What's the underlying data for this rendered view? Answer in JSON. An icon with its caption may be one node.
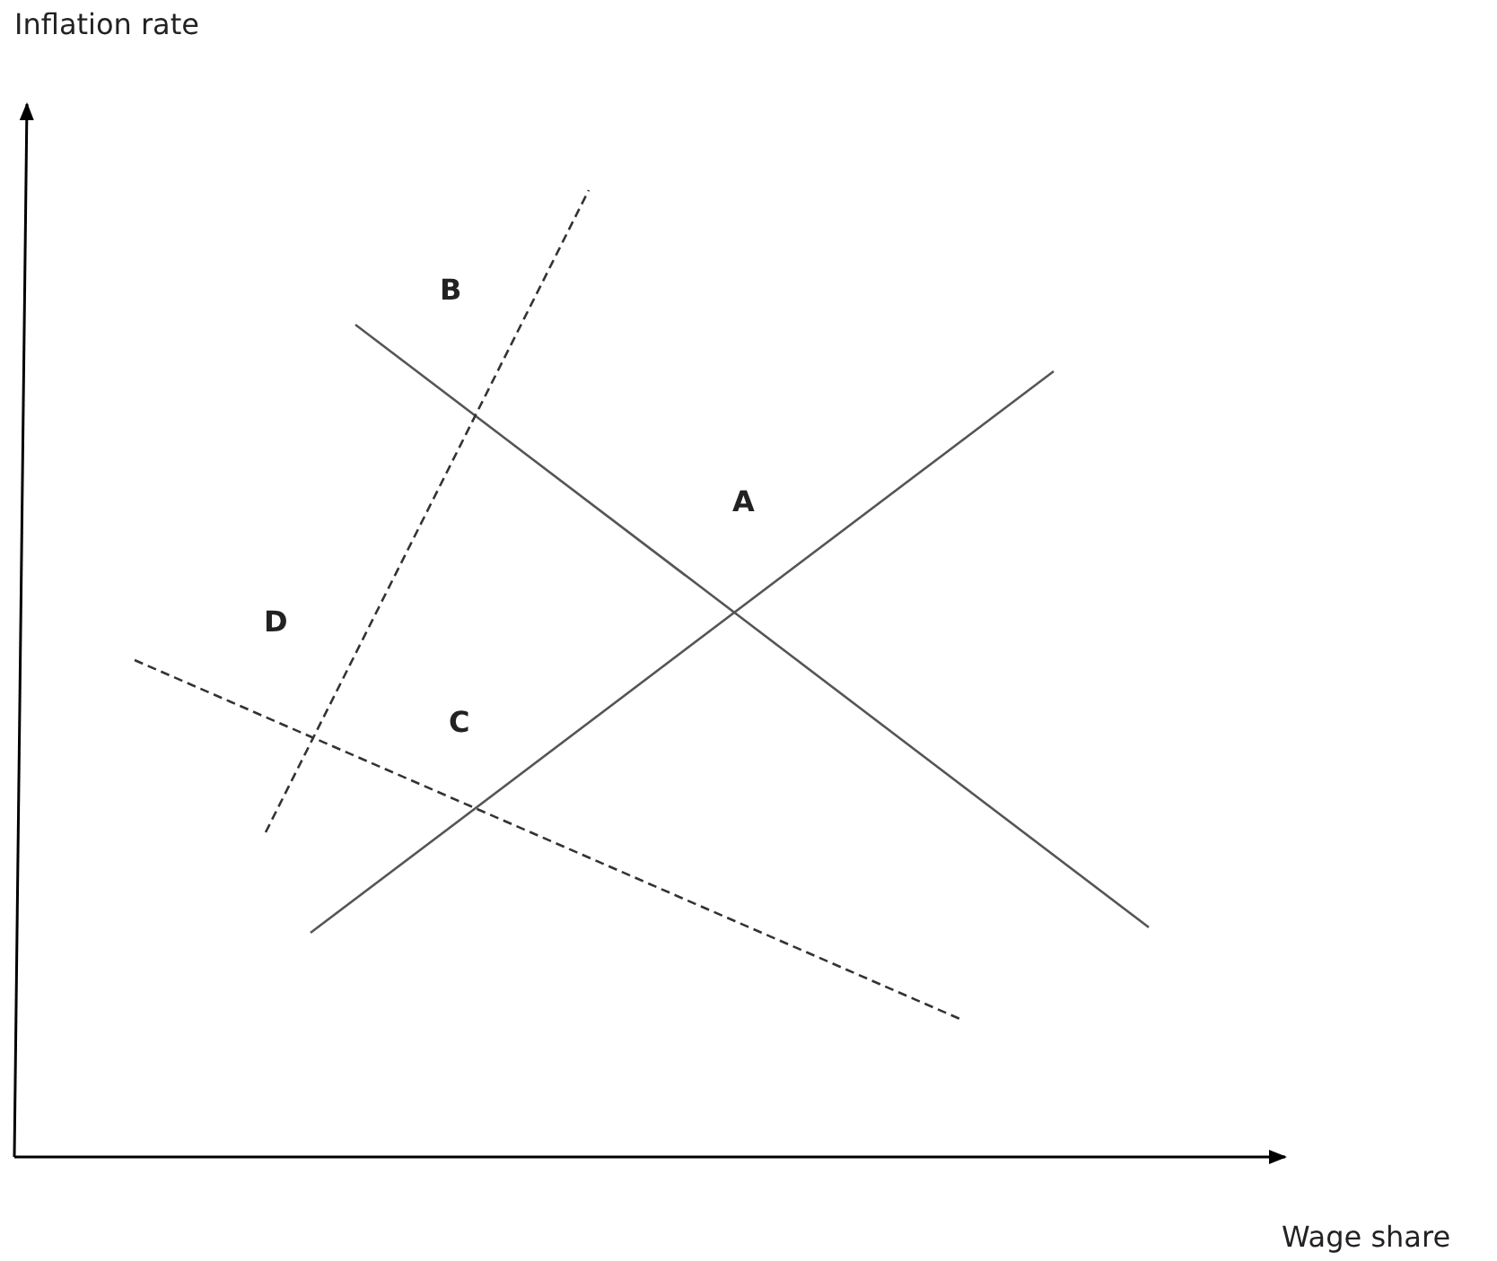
{
  "diagram": {
    "labels": [
      "Inflation rate",
      "B",
      "A",
      "D",
      "C",
      "Wage share"
    ]
  }
}
